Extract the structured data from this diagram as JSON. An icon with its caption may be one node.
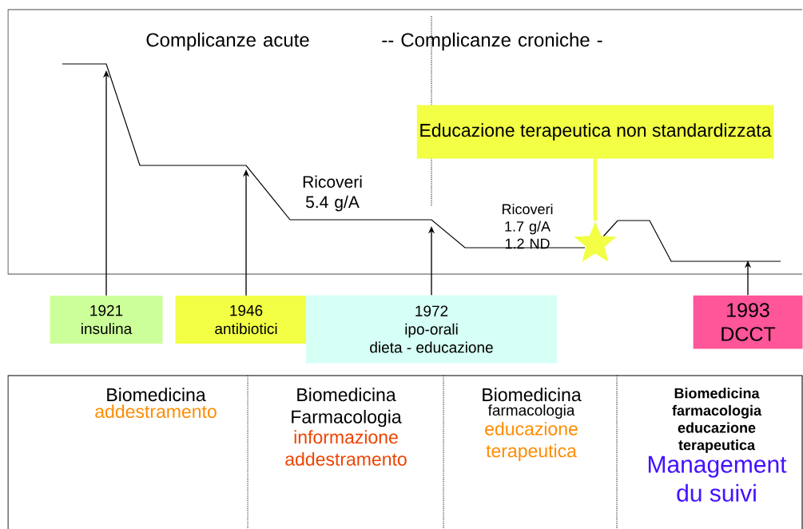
{
  "diagram": {
    "nodes": [
      {
        "text": [
          "1921",
          "insulina"
        ]
      },
      {
        "text": [
          "1946",
          "antibiotici"
        ]
      },
      {
        "text": [
          "1972",
          "ipo-orali",
          "dieta - educazione"
        ]
      },
      {
        "text": [
          "1993",
          "DCCT"
        ]
      },
      {
        "text": [
          "Educazione terapeutica non standardizzata"
        ]
      },
      {
        "text": [],
        "shape": "star"
      },
      {
        "text": [
          "Biomedicina",
          "addestramento"
        ]
      },
      {
        "text": [
          "Biomedicina Farmacologia",
          "informazione addestramento"
        ]
      },
      {
        "text": [
          "Biomedicina",
          "farmacologia",
          "educazione terapeutica"
        ]
      },
      {
        "text": [
          "Biomedicina farmacologia educazione terapeutica",
          "Management du suivi"
        ]
      }
    ],
    "edges": [
      {
        "from": 0,
        "to": null,
        "arrow": "to"
      },
      {
        "from": 1,
        "to": null,
        "arrow": "to"
      },
      {
        "from": 2,
        "to": null,
        "arrow": "to"
      },
      {
        "from": 3,
        "to": null,
        "arrow": "to"
      },
      {
        "from": 4,
        "to": 5,
        "arrow": "none",
        "style": "thick",
        "color": "#f2ff44"
      }
    ],
    "labels": [
      "Complicanze acute",
      "-- Complicanze croniche -",
      "Ricoveri 5.4 g/A",
      "Ricoveri 1.7 g/A 1.2 ND"
    ]
  }
}
